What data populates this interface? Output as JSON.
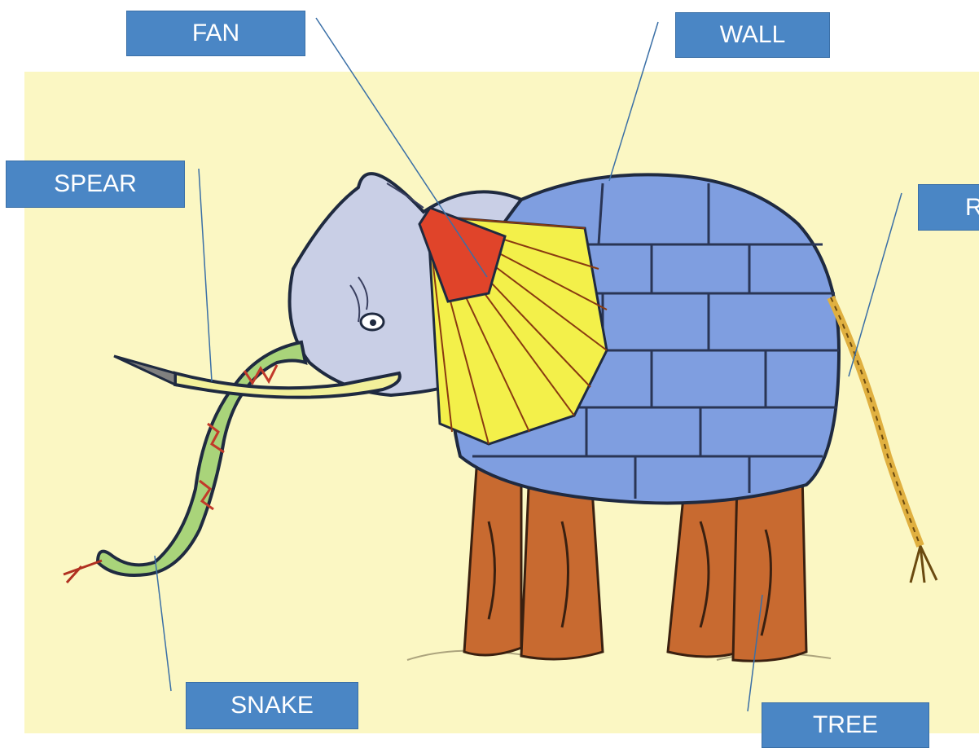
{
  "labels": {
    "fan": "FAN",
    "wall": "WALL",
    "spear": "SPEAR",
    "rope": "ROPE",
    "snake": "SNAKE",
    "tree": "TREE"
  },
  "colors": {
    "label_fill": "#4a86c5",
    "label_text": "#ffffff",
    "background": "#fbf7c3",
    "leader_line": "#3a6fa6"
  }
}
